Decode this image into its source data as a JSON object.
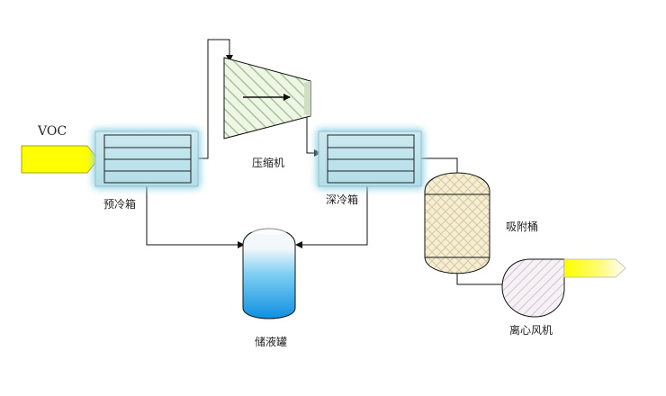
{
  "labels": {
    "voc": "VOC",
    "precooler": "预冷箱",
    "compressor": "压缩机",
    "deep_cooler": "深冷箱",
    "adsorber": "吸附桶",
    "storage_tank": "储液罐",
    "fan": "离心风机"
  },
  "colors": {
    "line": "#111111",
    "voc_arrow_fill": "#ffff00",
    "voc_arrow_stroke": "#a6a600",
    "cooler_fill": "#bfe4ea",
    "cooler_glow": "#8fd3e6",
    "compressor_fill": "#e6f2dc",
    "compressor_hatch": "#a8c596",
    "adsorber_fill": "#f4ecd3",
    "tank_liquid": "#1aa3e8",
    "fan_fill": "#f3eef2",
    "exhaust_yellow": "#ffff00"
  }
}
